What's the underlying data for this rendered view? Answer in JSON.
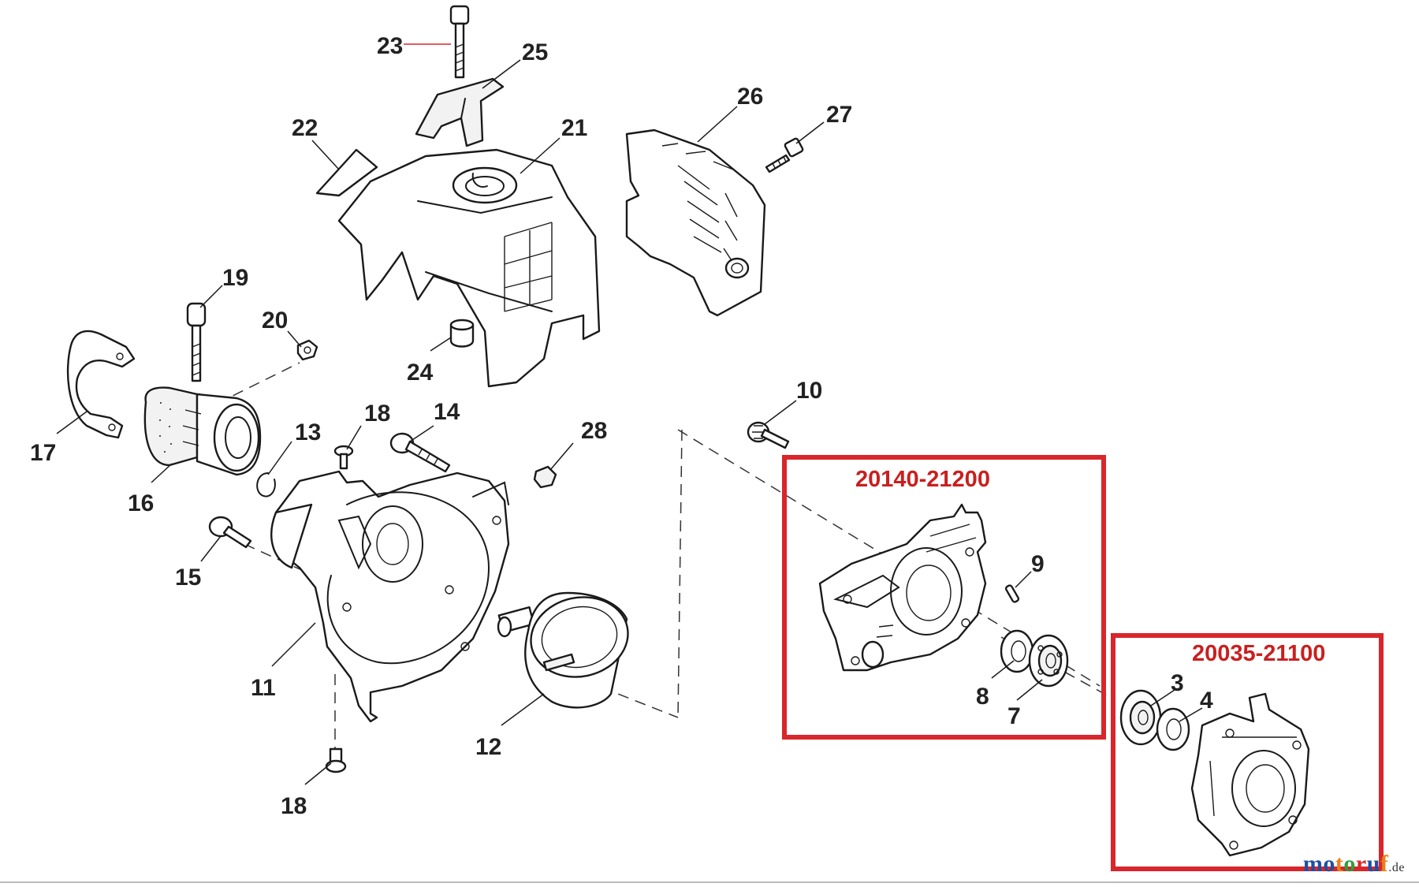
{
  "colors": {
    "kit_box": "#d8262b",
    "kit_text": "#c8201f",
    "ink": "#1a1a1a",
    "leader_highlight": "#d8262b",
    "brand_blue": "#1e4fa3",
    "brand_orange": "#e8801a",
    "brand_green": "#2e9e3c",
    "brand_red": "#d52a2a"
  },
  "kits": [
    {
      "id": "kit-crankcase",
      "label": "20140-21200"
    },
    {
      "id": "kit-crankcase-half",
      "label": "20035-21100"
    }
  ],
  "callouts": {
    "p3": "3",
    "p4": "4",
    "p7": "7",
    "p8": "8",
    "p9": "9",
    "p10": "10",
    "p11": "11",
    "p12": "12",
    "p13": "13",
    "p14": "14",
    "p15": "15",
    "p16": "16",
    "p17": "17",
    "p18a": "18",
    "p18b": "18",
    "p19": "19",
    "p20": "20",
    "p21": "21",
    "p22": "22",
    "p23": "23",
    "p24": "24",
    "p25": "25",
    "p26": "26",
    "p27": "27",
    "p28": "28"
  },
  "watermark": {
    "main": "motoruf",
    "suffix": ".de"
  }
}
